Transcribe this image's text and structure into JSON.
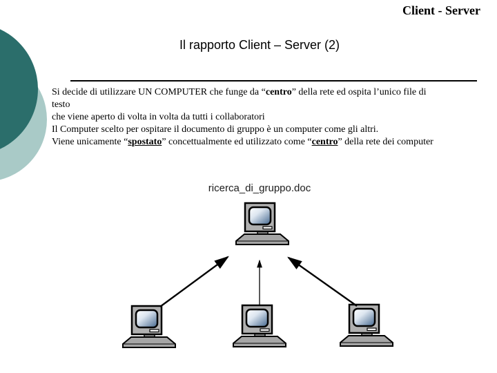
{
  "slide": {
    "header_title": "Client - Server",
    "subtitle": "Il rapporto Client – Server (2)",
    "doc_label": "ricerca_di_gruppo.doc",
    "body": {
      "lines": [
        {
          "segments": [
            {
              "t": "Si decide di utilizzare UN COMPUTER che funge da “"
            },
            {
              "t": "centro",
              "bold": true
            },
            {
              "t": "” della rete ed ospita l’unico file di"
            }
          ]
        },
        {
          "segments": [
            {
              "t": "testo"
            }
          ]
        },
        {
          "segments": [
            {
              "t": "che viene aperto di volta in volta da tutti i collaboratori"
            }
          ]
        },
        {
          "segments": [
            {
              "t": "Il Computer scelto per ospitare il documento di gruppo è un computer come gli altri."
            }
          ]
        },
        {
          "segments": [
            {
              "t": "Viene unicamente “"
            },
            {
              "t": "spostato",
              "bold": true,
              "underline": true
            },
            {
              "t": "” concettualmente ed utilizzato come “"
            },
            {
              "t": "centro",
              "bold": true,
              "underline": true
            },
            {
              "t": "” della rete dei computer"
            }
          ]
        }
      ]
    }
  },
  "diagram": {
    "server": {
      "id": "server-computer",
      "label": "ricerca_di_gruppo.doc"
    },
    "clients": [
      "client-computer-1",
      "client-computer-2",
      "client-computer-3"
    ],
    "connections": [
      {
        "from": "client-computer-1",
        "to": "server-computer"
      },
      {
        "from": "client-computer-2",
        "to": "server-computer"
      },
      {
        "from": "client-computer-3",
        "to": "server-computer"
      }
    ]
  },
  "colors": {
    "circle_dark_teal": "#2B6E6B",
    "circle_light_teal": "#A9CAC7",
    "monitor_gray": "#B0B0B0",
    "screen_blue": "#44678E",
    "text": "#000000"
  },
  "icons": {
    "computer": "computer-icon"
  }
}
